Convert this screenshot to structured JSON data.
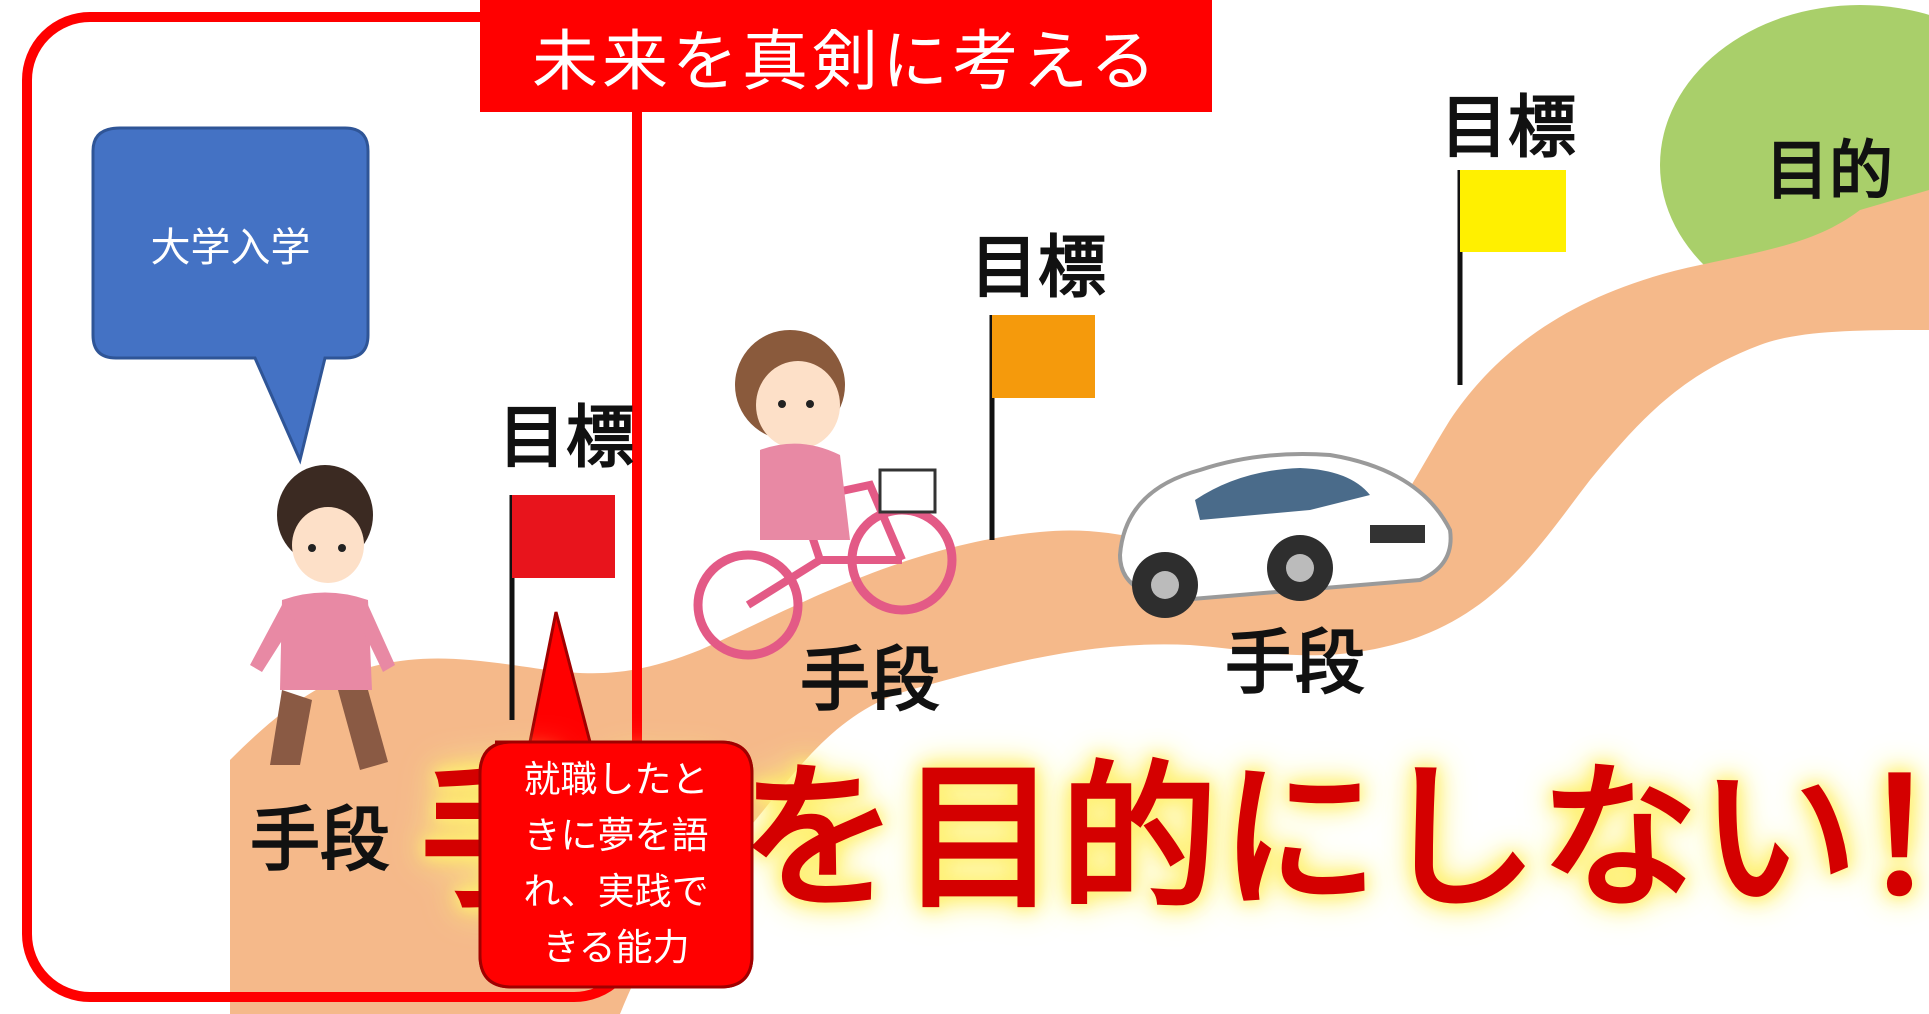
{
  "title": "未来を真剣に考える",
  "goal_circle_label": "目的",
  "milestones": [
    {
      "goal_label": "目標",
      "means_label": "手段",
      "flag_color": "#e8141c"
    },
    {
      "goal_label": "目標",
      "means_label": "手段",
      "flag_color": "#f59a0c"
    },
    {
      "goal_label": "目標",
      "means_label": "手段",
      "flag_color": "#fff000"
    }
  ],
  "callout_blue": {
    "text": "大学入学",
    "color": "#4472c4"
  },
  "callout_red": {
    "lines": [
      "就職したと",
      "きに夢を語",
      "れ、実践で",
      "きる能力"
    ],
    "color": "#ff0000"
  },
  "slogan": "手段を目的にしない！",
  "colors": {
    "road": "#f5b98a",
    "circle": "#a9cf6a",
    "frame": "#ff0000"
  }
}
